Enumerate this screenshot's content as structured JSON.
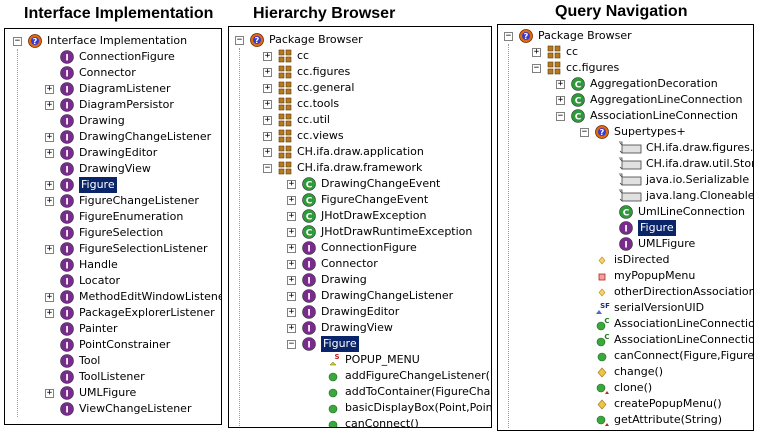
{
  "panels": [
    {
      "id": "interface",
      "title": "Interface Implementation",
      "rows": [
        {
          "text": "Interface Implementation",
          "icon": "query",
          "depth": 0,
          "expander": "minus"
        },
        {
          "text": "ConnectionFigure",
          "icon": "interface",
          "depth": 1,
          "expander": "none"
        },
        {
          "text": "Connector",
          "icon": "interface",
          "depth": 1,
          "expander": "none"
        },
        {
          "text": "DiagramListener",
          "icon": "interface",
          "depth": 1,
          "expander": "plus"
        },
        {
          "text": "DiagramPersistor",
          "icon": "interface",
          "depth": 1,
          "expander": "plus"
        },
        {
          "text": "Drawing",
          "icon": "interface",
          "depth": 1,
          "expander": "none"
        },
        {
          "text": "DrawingChangeListener",
          "icon": "interface",
          "depth": 1,
          "expander": "plus"
        },
        {
          "text": "DrawingEditor",
          "icon": "interface",
          "depth": 1,
          "expander": "plus"
        },
        {
          "text": "DrawingView",
          "icon": "interface",
          "depth": 1,
          "expander": "none"
        },
        {
          "text": "Figure",
          "icon": "interface",
          "depth": 1,
          "expander": "plus",
          "selected": true
        },
        {
          "text": "FigureChangeListener",
          "icon": "interface",
          "depth": 1,
          "expander": "plus"
        },
        {
          "text": "FigureEnumeration",
          "icon": "interface",
          "depth": 1,
          "expander": "none"
        },
        {
          "text": "FigureSelection",
          "icon": "interface",
          "depth": 1,
          "expander": "none"
        },
        {
          "text": "FigureSelectionListener",
          "icon": "interface",
          "depth": 1,
          "expander": "plus"
        },
        {
          "text": "Handle",
          "icon": "interface",
          "depth": 1,
          "expander": "none"
        },
        {
          "text": "Locator",
          "icon": "interface",
          "depth": 1,
          "expander": "none"
        },
        {
          "text": "MethodEditWindowListener",
          "icon": "interface",
          "depth": 1,
          "expander": "plus"
        },
        {
          "text": "PackageExplorerListener",
          "icon": "interface",
          "depth": 1,
          "expander": "plus"
        },
        {
          "text": "Painter",
          "icon": "interface",
          "depth": 1,
          "expander": "none"
        },
        {
          "text": "PointConstrainer",
          "icon": "interface",
          "depth": 1,
          "expander": "none"
        },
        {
          "text": "Tool",
          "icon": "interface",
          "depth": 1,
          "expander": "none"
        },
        {
          "text": "ToolListener",
          "icon": "interface",
          "depth": 1,
          "expander": "none"
        },
        {
          "text": "UMLFigure",
          "icon": "interface",
          "depth": 1,
          "expander": "plus"
        },
        {
          "text": "ViewChangeListener",
          "icon": "interface",
          "depth": 1,
          "expander": "none"
        }
      ]
    },
    {
      "id": "hierarchy",
      "title": "Hierarchy Browser",
      "rows": [
        {
          "text": "Package Browser",
          "icon": "query",
          "depth": 0,
          "expander": "minus"
        },
        {
          "text": "cc",
          "icon": "package",
          "depth": 1,
          "expander": "plus"
        },
        {
          "text": "cc.figures",
          "icon": "package",
          "depth": 1,
          "expander": "plus"
        },
        {
          "text": "cc.general",
          "icon": "package",
          "depth": 1,
          "expander": "plus"
        },
        {
          "text": "cc.tools",
          "icon": "package",
          "depth": 1,
          "expander": "plus"
        },
        {
          "text": "cc.util",
          "icon": "package",
          "depth": 1,
          "expander": "plus"
        },
        {
          "text": "cc.views",
          "icon": "package",
          "depth": 1,
          "expander": "plus"
        },
        {
          "text": "CH.ifa.draw.application",
          "icon": "package",
          "depth": 1,
          "expander": "plus"
        },
        {
          "text": "CH.ifa.draw.framework",
          "icon": "package",
          "depth": 1,
          "expander": "minus"
        },
        {
          "text": "DrawingChangeEvent",
          "icon": "class",
          "depth": 2,
          "expander": "plus"
        },
        {
          "text": "FigureChangeEvent",
          "icon": "class",
          "depth": 2,
          "expander": "plus"
        },
        {
          "text": "JHotDrawException",
          "icon": "class",
          "depth": 2,
          "expander": "plus"
        },
        {
          "text": "JHotDrawRuntimeException",
          "icon": "class",
          "depth": 2,
          "expander": "plus"
        },
        {
          "text": "ConnectionFigure",
          "icon": "interface",
          "depth": 2,
          "expander": "plus"
        },
        {
          "text": "Connector",
          "icon": "interface",
          "depth": 2,
          "expander": "plus"
        },
        {
          "text": "Drawing",
          "icon": "interface",
          "depth": 2,
          "expander": "plus"
        },
        {
          "text": "DrawingChangeListener",
          "icon": "interface",
          "depth": 2,
          "expander": "plus"
        },
        {
          "text": "DrawingEditor",
          "icon": "interface",
          "depth": 2,
          "expander": "plus"
        },
        {
          "text": "DrawingView",
          "icon": "interface",
          "depth": 2,
          "expander": "plus"
        },
        {
          "text": "Figure",
          "icon": "interface",
          "depth": 2,
          "expander": "minus",
          "selected": true
        },
        {
          "text": "POPUP_MENU",
          "icon": "static-field",
          "depth": 3,
          "expander": "none"
        },
        {
          "text": "addFigureChangeListener(Figu",
          "icon": "method",
          "depth": 3,
          "expander": "none"
        },
        {
          "text": "addToContainer(FigureChang",
          "icon": "method",
          "depth": 3,
          "expander": "none"
        },
        {
          "text": "basicDisplayBox(Point,Point)",
          "icon": "method",
          "depth": 3,
          "expander": "none"
        },
        {
          "text": "canConnect()",
          "icon": "method",
          "depth": 3,
          "expander": "none"
        }
      ]
    },
    {
      "id": "query",
      "title": "Query Navigation",
      "rows": [
        {
          "text": "Package Browser",
          "icon": "query",
          "depth": 0,
          "expander": "minus"
        },
        {
          "text": "cc",
          "icon": "package",
          "depth": 1,
          "expander": "plus"
        },
        {
          "text": "cc.figures",
          "icon": "package",
          "depth": 1,
          "expander": "minus"
        },
        {
          "text": "AggregationDecoration",
          "icon": "class",
          "depth": 2,
          "expander": "plus"
        },
        {
          "text": "AggregationLineConnection",
          "icon": "class",
          "depth": 2,
          "expander": "plus"
        },
        {
          "text": "AssociationLineConnection",
          "icon": "class",
          "depth": 2,
          "expander": "minus"
        },
        {
          "text": "Supertypes+",
          "icon": "query",
          "depth": 3,
          "expander": "minus"
        },
        {
          "text": "CH.ifa.draw.figures.",
          "icon": "ref",
          "depth": 4,
          "expander": "none"
        },
        {
          "text": "CH.ifa.draw.util.Stor",
          "icon": "ref",
          "depth": 4,
          "expander": "none"
        },
        {
          "text": "java.io.Serializable",
          "icon": "ref",
          "depth": 4,
          "expander": "none"
        },
        {
          "text": "java.lang.Cloneable",
          "icon": "ref",
          "depth": 4,
          "expander": "none"
        },
        {
          "text": "UmlLineConnection",
          "icon": "class",
          "depth": 4,
          "expander": "none"
        },
        {
          "text": "Figure",
          "icon": "interface",
          "depth": 4,
          "expander": "none",
          "selected": true
        },
        {
          "text": "UMLFigure",
          "icon": "interface",
          "depth": 4,
          "expander": "none"
        },
        {
          "text": "isDirected",
          "icon": "field-diamond",
          "depth": 3,
          "expander": "none"
        },
        {
          "text": "myPopupMenu",
          "icon": "field-square",
          "depth": 3,
          "expander": "none"
        },
        {
          "text": "otherDirectionAssociation",
          "icon": "field-diamond",
          "depth": 3,
          "expander": "none"
        },
        {
          "text": "serialVersionUID",
          "icon": "static-final",
          "depth": 3,
          "expander": "none"
        },
        {
          "text": "AssociationLineConnection",
          "icon": "constructor",
          "depth": 3,
          "expander": "none"
        },
        {
          "text": "AssociationLineConnection",
          "icon": "constructor",
          "depth": 3,
          "expander": "none"
        },
        {
          "text": "canConnect(Figure,Figure",
          "icon": "method",
          "depth": 3,
          "expander": "none"
        },
        {
          "text": "change()",
          "icon": "method-protected",
          "depth": 3,
          "expander": "none"
        },
        {
          "text": "clone()",
          "icon": "method-override",
          "depth": 3,
          "expander": "none"
        },
        {
          "text": "createPopupMenu()",
          "icon": "method-protected",
          "depth": 3,
          "expander": "none"
        },
        {
          "text": "getAttribute(String)",
          "icon": "method-override",
          "depth": 3,
          "expander": "none"
        }
      ]
    }
  ],
  "colors": {
    "interface": "#7a2c8e",
    "class": "#2e9a3a",
    "package": "#b8781e",
    "query": "#e06a10",
    "selection": "#0a246a",
    "method": "#3aa83a",
    "protected": "#f0c24a"
  }
}
